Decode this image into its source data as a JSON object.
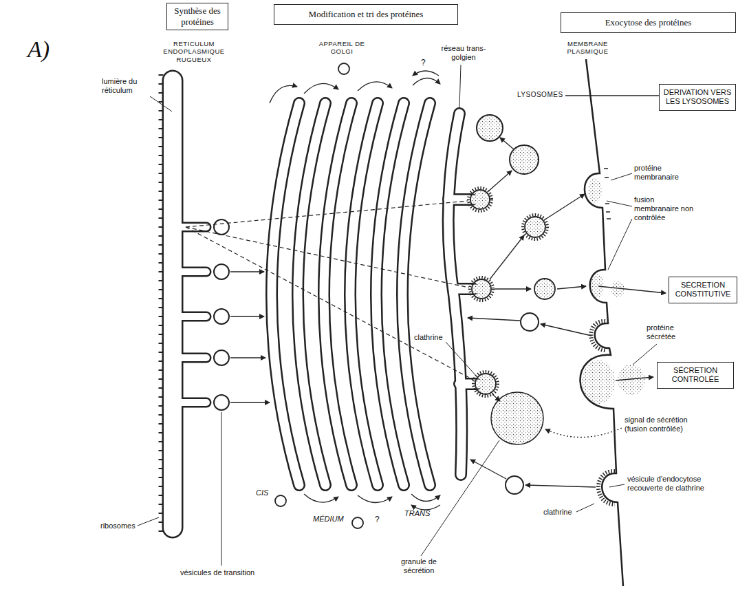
{
  "diagram": {
    "nodes": [
      {
        "text": [
          "Synthèse des protéines"
        ]
      },
      {
        "text": [
          "Modification et tri des protéines"
        ]
      },
      {
        "text": [
          "Exocytose des protéines"
        ]
      },
      {
        "text": [
          "DERIVATION VERS LES LYSOSOMES"
        ]
      },
      {
        "text": [
          "SÉCRETION CONSTITUTIVE"
        ]
      },
      {
        "text": [
          "SÉCRETION CONTROLÉE"
        ]
      }
    ],
    "labels": [
      "A)",
      "RETICULUM ENDOPLASMIQUE RUGUEUX",
      "APPAREIL DE GOLGI",
      "réseau trans-golgien",
      "MEMBRANE PLASMIQUE",
      "lumière du réticulum",
      "?",
      "LYSOSOMES",
      "protéine membranaire",
      "fusion membranaire non contrôlée",
      "clathrine",
      "protéine sécrétée",
      "signal de sécrétion (fusion contrôlée)",
      "vésicule d'endocytose recouverte de clathrine",
      "clathrine",
      "CIS",
      "MÉDIUM",
      "?",
      "TRANS",
      "ribosomes",
      "vésicules de transition",
      "granule de sécrétion"
    ]
  }
}
